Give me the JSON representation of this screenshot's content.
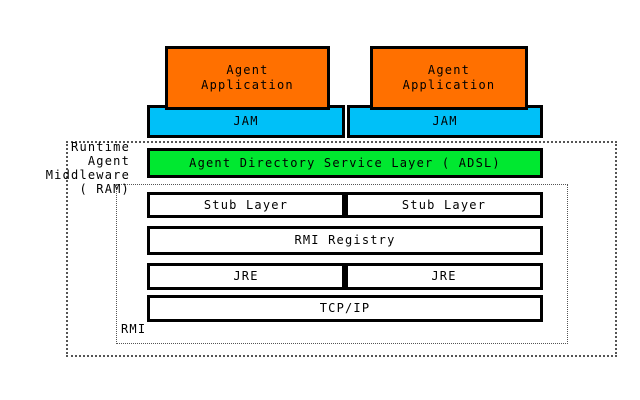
{
  "diagram": {
    "title": "Runtime Agent Middleware (RAM) layered architecture over RMI",
    "groups": {
      "ram": {
        "label": "Runtime\nAgent\nMiddleware\n( RAM)",
        "border_style": "dotted",
        "border_color": "#555555"
      },
      "rmi": {
        "label": "RMI",
        "border_style": "dotted",
        "border_color": "#555555"
      }
    },
    "colors": {
      "agent_application": "#ff7000",
      "jam": "#00c0f8",
      "adsl": "#00e830",
      "plain_layer": "#ffffff",
      "outline": "#000000",
      "text": "#000000",
      "background": "#ffffff"
    },
    "nodes": {
      "agent_app_left": "Agent\nApplication",
      "agent_app_right": "Agent\nApplication",
      "jam_left": "JAM",
      "jam_right": "JAM",
      "adsl": "Agent Directory Service Layer ( ADSL)",
      "stub_left": "Stub Layer",
      "stub_right": "Stub Layer",
      "rmi_registry": "RMI Registry",
      "jre_left": "JRE",
      "jre_right": "JRE",
      "tcpip": "TCP/IP"
    },
    "stack_order_bottom_to_top": [
      "TCP/IP",
      "JRE",
      "RMI Registry",
      "Stub Layer",
      "Agent Directory Service Layer ( ADSL)",
      "JAM",
      "Agent Application"
    ]
  }
}
